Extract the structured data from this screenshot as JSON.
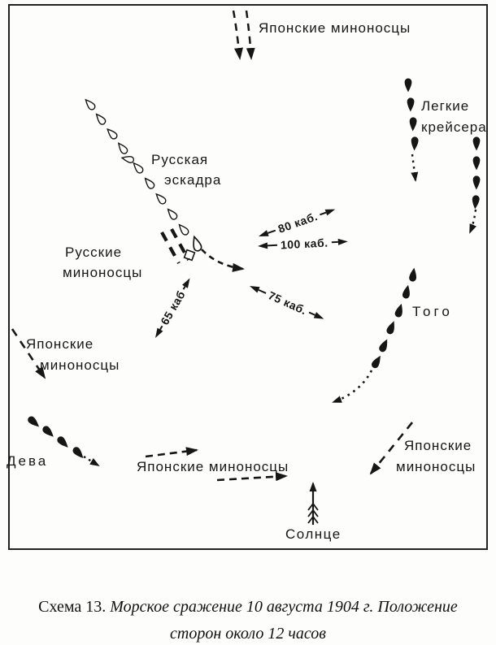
{
  "figure": {
    "ink_color": "#161616",
    "background": "#fdfdfb",
    "subject": "Naval battle scheme with ship columns, course arrows and range marks"
  },
  "labels": {
    "jp_destroyers_top": "Японские миноносцы",
    "light_cruisers": {
      "line1": "Легкие",
      "line2": "крейсера"
    },
    "russian_squadron": {
      "line1": "Русская",
      "line2": "эскадра"
    },
    "russian_destroyers": {
      "line1": "Русские",
      "line2": "миноносцы"
    },
    "togo": "Того",
    "deva": "Дева",
    "jp_destroyers_left": {
      "line1": "Японские",
      "line2": "миноносцы"
    },
    "jp_destroyers_bottom": "Японские миноносцы",
    "jp_destroyers_right": {
      "line1": "Японские",
      "line2": "миноносцы"
    },
    "sun": "Солнце"
  },
  "distances": {
    "d80": "80 каб.",
    "d100": "100 каб.",
    "d75": "75 каб.",
    "d65": "65 каб"
  },
  "forces": {
    "russian_squadron_ships": 11,
    "togo_ships": 6,
    "light_cruiser_ships_per_column": 4,
    "deva_ships": 4
  },
  "caption": {
    "prefix": "Схема 13.",
    "title_line1": "Морское сражение 10 августа 1904 г. Положение",
    "title_line2": "сторон около 12 часов"
  }
}
